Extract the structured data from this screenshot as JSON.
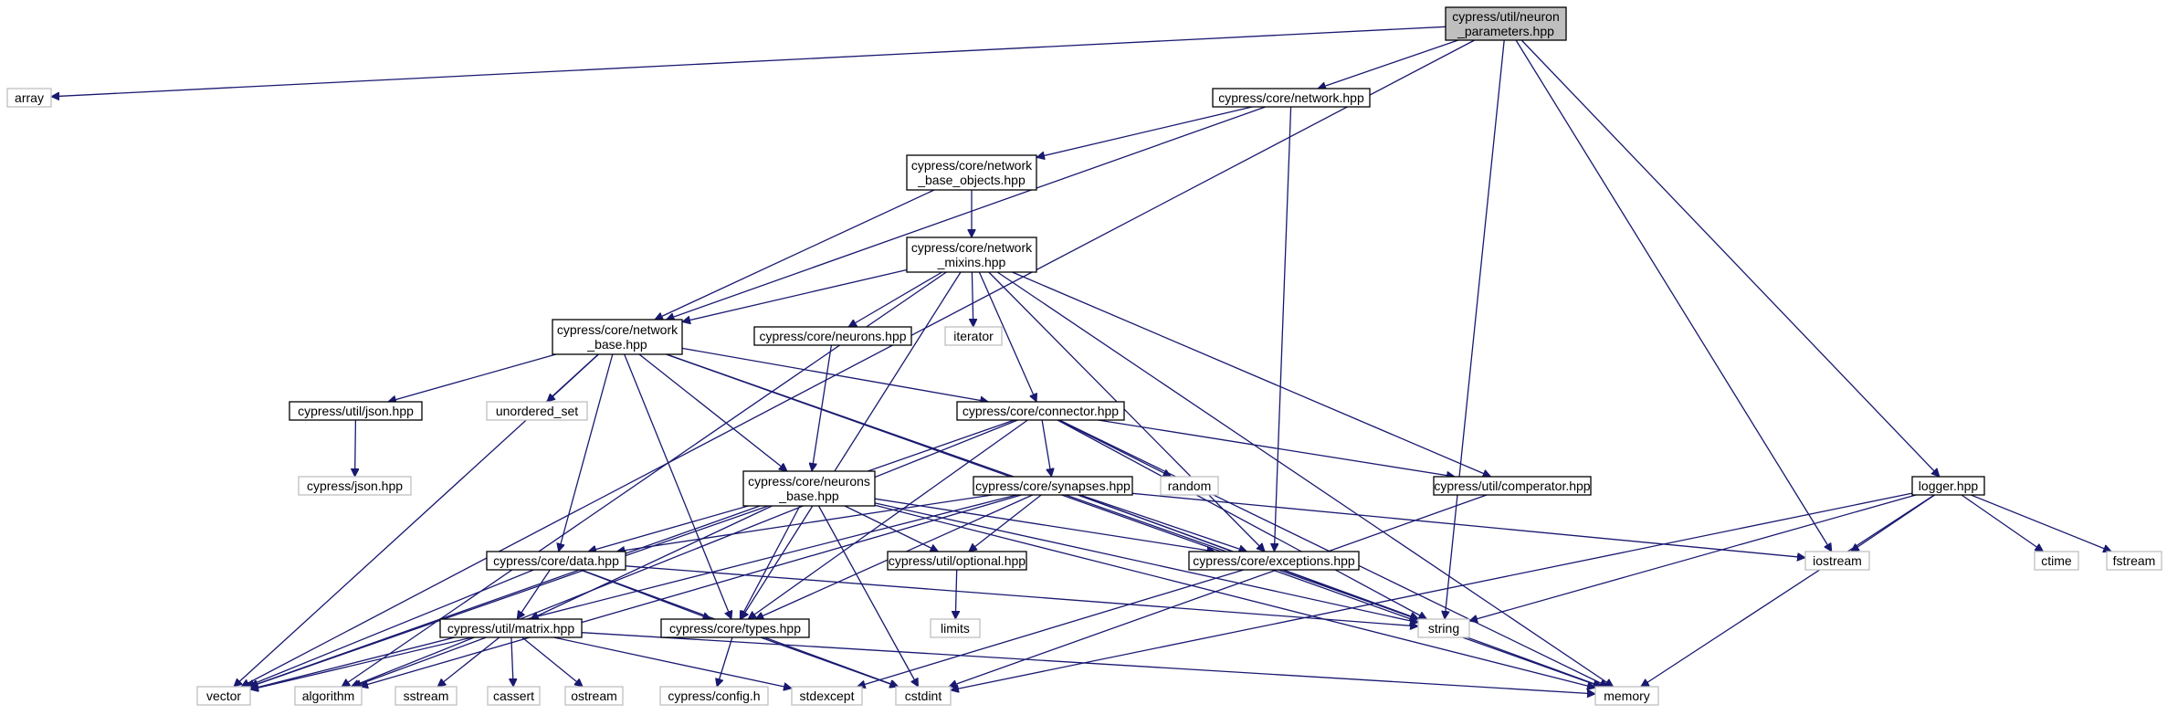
{
  "graph": {
    "title": "",
    "colors": {
      "edge": "#191970",
      "main_fill": "#bfbfbf",
      "internal_border": "#000000",
      "external_border": "#bfbfbf"
    },
    "nodes": [
      {
        "id": "neuron_parameters",
        "kind": "main",
        "lines": [
          "cypress/util/neuron",
          "_parameters.hpp"
        ]
      },
      {
        "id": "array",
        "kind": "external",
        "lines": [
          "array"
        ]
      },
      {
        "id": "network",
        "kind": "internal",
        "lines": [
          "cypress/core/network.hpp"
        ]
      },
      {
        "id": "network_base_objects",
        "kind": "internal",
        "lines": [
          "cypress/core/network",
          "_base_objects.hpp"
        ]
      },
      {
        "id": "network_mixins",
        "kind": "internal",
        "lines": [
          "cypress/core/network",
          "_mixins.hpp"
        ]
      },
      {
        "id": "network_base",
        "kind": "internal",
        "lines": [
          "cypress/core/network",
          "_base.hpp"
        ]
      },
      {
        "id": "neurons",
        "kind": "internal",
        "lines": [
          "cypress/core/neurons.hpp"
        ]
      },
      {
        "id": "iterator",
        "kind": "external",
        "lines": [
          "iterator"
        ]
      },
      {
        "id": "json",
        "kind": "internal",
        "lines": [
          "cypress/util/json.hpp"
        ]
      },
      {
        "id": "unordered_set",
        "kind": "external",
        "lines": [
          "unordered_set"
        ]
      },
      {
        "id": "connector",
        "kind": "internal",
        "lines": [
          "cypress/core/connector.hpp"
        ]
      },
      {
        "id": "cypress_json",
        "kind": "external",
        "lines": [
          "cypress/json.hpp"
        ]
      },
      {
        "id": "neurons_base",
        "kind": "internal",
        "lines": [
          "cypress/core/neurons",
          "_base.hpp"
        ]
      },
      {
        "id": "synapses",
        "kind": "internal",
        "lines": [
          "cypress/core/synapses.hpp"
        ]
      },
      {
        "id": "random",
        "kind": "external",
        "lines": [
          "random"
        ]
      },
      {
        "id": "comperator",
        "kind": "internal",
        "lines": [
          "cypress/util/comperator.hpp"
        ]
      },
      {
        "id": "logger",
        "kind": "internal",
        "lines": [
          "logger.hpp"
        ]
      },
      {
        "id": "data",
        "kind": "internal",
        "lines": [
          "cypress/core/data.hpp"
        ]
      },
      {
        "id": "optional",
        "kind": "internal",
        "lines": [
          "cypress/util/optional.hpp"
        ]
      },
      {
        "id": "exceptions",
        "kind": "internal",
        "lines": [
          "cypress/core/exceptions.hpp"
        ]
      },
      {
        "id": "iostream",
        "kind": "external",
        "lines": [
          "iostream"
        ]
      },
      {
        "id": "ctime",
        "kind": "external",
        "lines": [
          "ctime"
        ]
      },
      {
        "id": "fstream",
        "kind": "external",
        "lines": [
          "fstream"
        ]
      },
      {
        "id": "matrix",
        "kind": "internal",
        "lines": [
          "cypress/util/matrix.hpp"
        ]
      },
      {
        "id": "types",
        "kind": "internal",
        "lines": [
          "cypress/core/types.hpp"
        ]
      },
      {
        "id": "limits",
        "kind": "external",
        "lines": [
          "limits"
        ]
      },
      {
        "id": "string",
        "kind": "external",
        "lines": [
          "string"
        ]
      },
      {
        "id": "vector",
        "kind": "external",
        "lines": [
          "vector"
        ]
      },
      {
        "id": "algorithm",
        "kind": "external",
        "lines": [
          "algorithm"
        ]
      },
      {
        "id": "sstream",
        "kind": "external",
        "lines": [
          "sstream"
        ]
      },
      {
        "id": "cassert",
        "kind": "external",
        "lines": [
          "cassert"
        ]
      },
      {
        "id": "ostream",
        "kind": "external",
        "lines": [
          "ostream"
        ]
      },
      {
        "id": "config",
        "kind": "external",
        "lines": [
          "cypress/config.h"
        ]
      },
      {
        "id": "stdexcept",
        "kind": "external",
        "lines": [
          "stdexcept"
        ]
      },
      {
        "id": "cstdint",
        "kind": "external",
        "lines": [
          "cstdint"
        ]
      },
      {
        "id": "memory",
        "kind": "external",
        "lines": [
          "memory"
        ]
      }
    ],
    "edges": [
      [
        "neuron_parameters",
        "array"
      ],
      [
        "neuron_parameters",
        "network"
      ],
      [
        "neuron_parameters",
        "vector"
      ],
      [
        "neuron_parameters",
        "string"
      ],
      [
        "neuron_parameters",
        "iostream"
      ],
      [
        "neuron_parameters",
        "logger"
      ],
      [
        "network",
        "network_base_objects"
      ],
      [
        "network",
        "network_base"
      ],
      [
        "network",
        "exceptions"
      ],
      [
        "network_base_objects",
        "network_mixins"
      ],
      [
        "network_base_objects",
        "network_base"
      ],
      [
        "network_mixins",
        "network_base"
      ],
      [
        "network_mixins",
        "neurons"
      ],
      [
        "network_mixins",
        "iterator"
      ],
      [
        "network_mixins",
        "connector"
      ],
      [
        "network_mixins",
        "comperator"
      ],
      [
        "network_mixins",
        "exceptions"
      ],
      [
        "network_mixins",
        "types"
      ],
      [
        "network_mixins",
        "algorithm"
      ],
      [
        "network_mixins",
        "memory"
      ],
      [
        "network_base",
        "json"
      ],
      [
        "network_base",
        "unordered_set"
      ],
      [
        "network_base",
        "connector"
      ],
      [
        "network_base",
        "neurons_base"
      ],
      [
        "network_base",
        "data"
      ],
      [
        "network_base",
        "types"
      ],
      [
        "network_base",
        "vector"
      ],
      [
        "network_base",
        "string"
      ],
      [
        "network_base",
        "memory"
      ],
      [
        "json",
        "cypress_json"
      ],
      [
        "neurons",
        "neurons_base"
      ],
      [
        "connector",
        "synapses"
      ],
      [
        "connector",
        "random"
      ],
      [
        "connector",
        "comperator"
      ],
      [
        "connector",
        "types"
      ],
      [
        "connector",
        "string"
      ],
      [
        "connector",
        "memory"
      ],
      [
        "connector",
        "vector"
      ],
      [
        "connector",
        "algorithm"
      ],
      [
        "neurons_base",
        "data"
      ],
      [
        "neurons_base",
        "optional"
      ],
      [
        "neurons_base",
        "types"
      ],
      [
        "neurons_base",
        "exceptions"
      ],
      [
        "neurons_base",
        "matrix"
      ],
      [
        "neurons_base",
        "vector"
      ],
      [
        "neurons_base",
        "cstdint"
      ],
      [
        "neurons_base",
        "string"
      ],
      [
        "neurons_base",
        "memory"
      ],
      [
        "synapses",
        "data"
      ],
      [
        "synapses",
        "optional"
      ],
      [
        "synapses",
        "exceptions"
      ],
      [
        "synapses",
        "types"
      ],
      [
        "synapses",
        "iostream"
      ],
      [
        "synapses",
        "string"
      ],
      [
        "synapses",
        "memory"
      ],
      [
        "synapses",
        "vector"
      ],
      [
        "synapses",
        "algorithm"
      ],
      [
        "data",
        "matrix"
      ],
      [
        "data",
        "types"
      ],
      [
        "data",
        "string"
      ],
      [
        "data",
        "vector"
      ],
      [
        "data",
        "cstdint"
      ],
      [
        "optional",
        "limits"
      ],
      [
        "exceptions",
        "stdexcept"
      ],
      [
        "comperator",
        "cstdint"
      ],
      [
        "logger",
        "iostream"
      ],
      [
        "logger",
        "ctime"
      ],
      [
        "logger",
        "fstream"
      ],
      [
        "logger",
        "string"
      ],
      [
        "logger",
        "cstdint"
      ],
      [
        "logger",
        "memory"
      ],
      [
        "matrix",
        "vector"
      ],
      [
        "matrix",
        "algorithm"
      ],
      [
        "matrix",
        "sstream"
      ],
      [
        "matrix",
        "cassert"
      ],
      [
        "matrix",
        "ostream"
      ],
      [
        "matrix",
        "stdexcept"
      ],
      [
        "matrix",
        "memory"
      ],
      [
        "types",
        "config"
      ],
      [
        "types",
        "cstdint"
      ]
    ]
  }
}
